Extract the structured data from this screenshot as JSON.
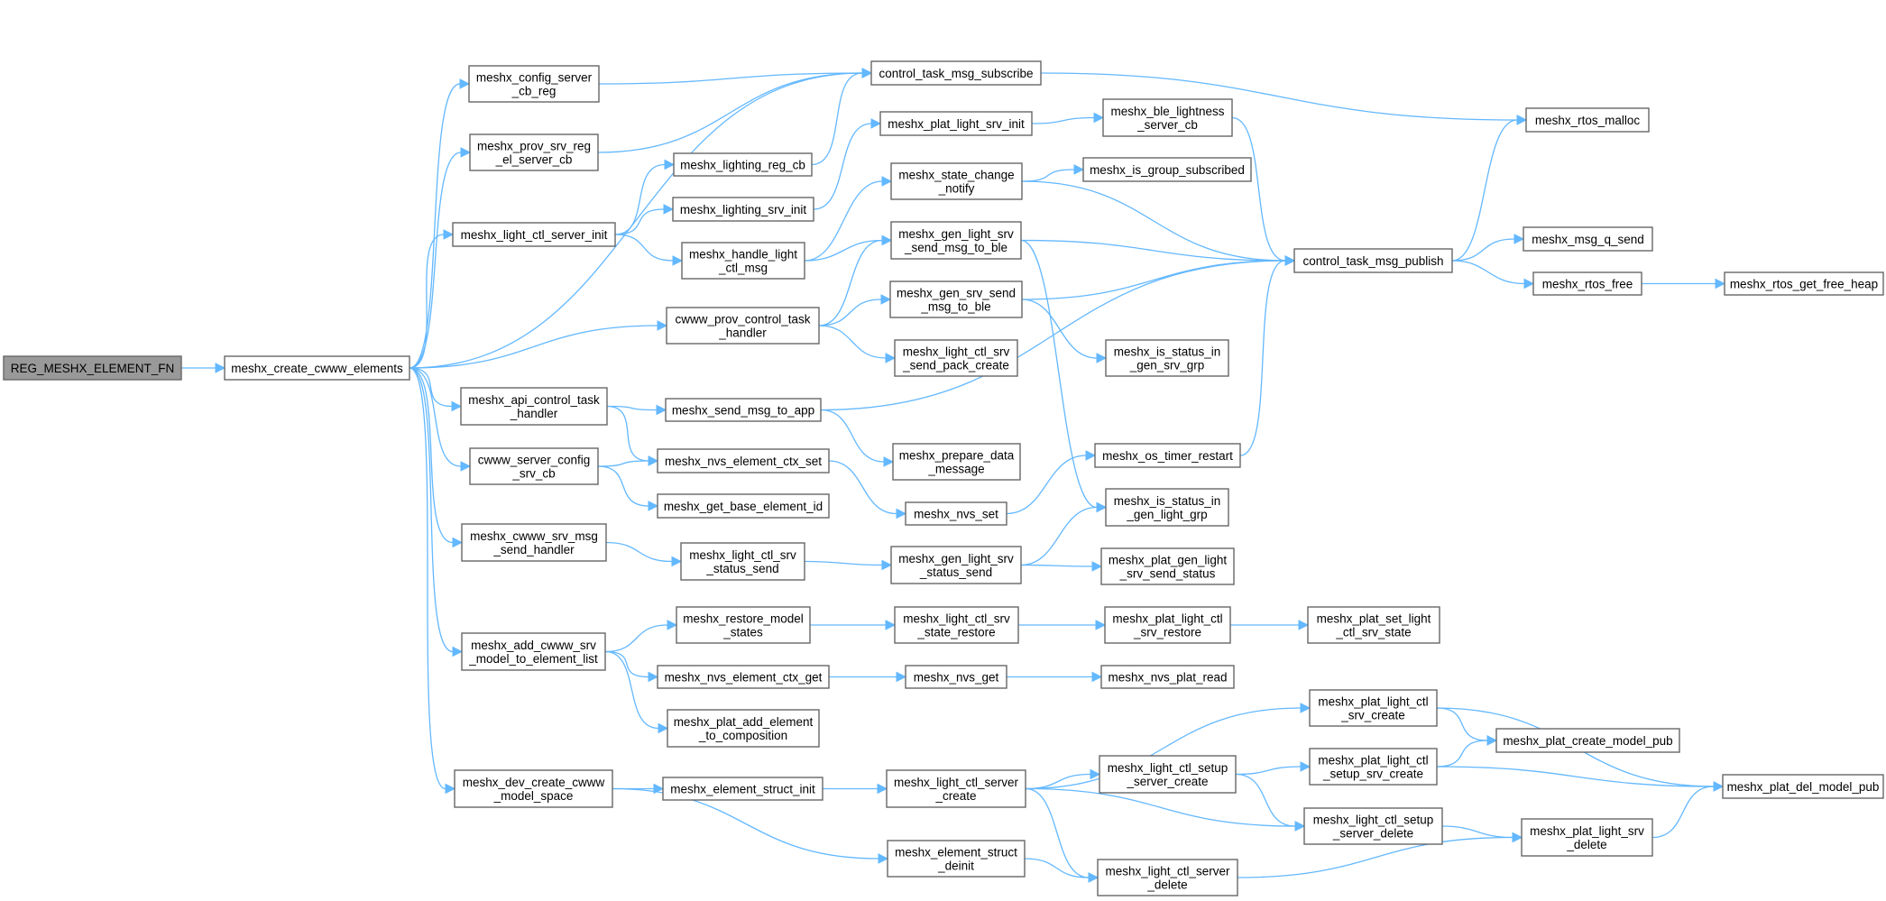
{
  "title": "Call graph of REG_MESHX_ELEMENT_FN",
  "colors": {
    "edge": "#63b8ff",
    "node_border": "#666666",
    "root_fill": "#999999",
    "node_fill": "#ffffff"
  },
  "nodes": [
    {
      "id": "reg",
      "label": [
        "REG_MESHX_ELEMENT_FN"
      ],
      "root": true
    },
    {
      "id": "create_cwww",
      "label": [
        "meshx_create_cwww_elements"
      ]
    },
    {
      "id": "config_cb_reg",
      "label": [
        "meshx_config_server",
        "_cb_reg"
      ]
    },
    {
      "id": "prov_srv_reg",
      "label": [
        "meshx_prov_srv_reg",
        "_el_server_cb"
      ]
    },
    {
      "id": "light_ctl_server_init",
      "label": [
        "meshx_light_ctl_server_init"
      ]
    },
    {
      "id": "api_control",
      "label": [
        "meshx_api_control_task",
        "_handler"
      ]
    },
    {
      "id": "cwww_server_config",
      "label": [
        "cwww_server_config",
        "_srv_cb"
      ]
    },
    {
      "id": "cwww_srv_msg",
      "label": [
        "meshx_cwww_srv_msg",
        "_send_handler"
      ]
    },
    {
      "id": "add_cwww",
      "label": [
        "meshx_add_cwww_srv",
        "_model_to_element_list"
      ]
    },
    {
      "id": "dev_create",
      "label": [
        "meshx_dev_create_cwww",
        "_model_space"
      ]
    },
    {
      "id": "subscribe",
      "label": [
        "control_task_msg_subscribe"
      ]
    },
    {
      "id": "plat_light_srv_init",
      "label": [
        "meshx_plat_light_srv_init"
      ]
    },
    {
      "id": "ble_lightness",
      "label": [
        "meshx_ble_lightness",
        "_server_cb"
      ]
    },
    {
      "id": "lighting_reg_cb",
      "label": [
        "meshx_lighting_reg_cb"
      ]
    },
    {
      "id": "state_change",
      "label": [
        "meshx_state_change",
        "_notify"
      ]
    },
    {
      "id": "is_group_sub",
      "label": [
        "meshx_is_group_subscribed"
      ]
    },
    {
      "id": "lighting_srv_init",
      "label": [
        "meshx_lighting_srv_init"
      ]
    },
    {
      "id": "gen_light_ble",
      "label": [
        "meshx_gen_light_srv",
        "_send_msg_to_ble"
      ]
    },
    {
      "id": "handle_light",
      "label": [
        "meshx_handle_light",
        "_ctl_msg"
      ]
    },
    {
      "id": "gen_srv_ble",
      "label": [
        "meshx_gen_srv_send",
        "_msg_to_ble"
      ]
    },
    {
      "id": "cwww_prov_control",
      "label": [
        "cwww_prov_control_task",
        "_handler"
      ]
    },
    {
      "id": "send_pack",
      "label": [
        "meshx_light_ctl_srv",
        "_send_pack_create"
      ]
    },
    {
      "id": "status_gen_srv",
      "label": [
        "meshx_is_status_in",
        "_gen_srv_grp"
      ]
    },
    {
      "id": "send_to_app",
      "label": [
        "meshx_send_msg_to_app"
      ]
    },
    {
      "id": "rtos_malloc",
      "label": [
        "meshx_rtos_malloc"
      ]
    },
    {
      "id": "msg_q_send",
      "label": [
        "meshx_msg_q_send"
      ]
    },
    {
      "id": "publish",
      "label": [
        "control_task_msg_publish"
      ]
    },
    {
      "id": "rtos_free",
      "label": [
        "meshx_rtos_free"
      ]
    },
    {
      "id": "free_heap",
      "label": [
        "meshx_rtos_get_free_heap"
      ]
    },
    {
      "id": "nvs_ctx_set",
      "label": [
        "meshx_nvs_element_ctx_set"
      ]
    },
    {
      "id": "prepare_data",
      "label": [
        "meshx_prepare_data",
        "_message"
      ]
    },
    {
      "id": "timer_restart",
      "label": [
        "meshx_os_timer_restart"
      ]
    },
    {
      "id": "base_element",
      "label": [
        "meshx_get_base_element_id"
      ]
    },
    {
      "id": "nvs_set",
      "label": [
        "meshx_nvs_set"
      ]
    },
    {
      "id": "status_gen_light",
      "label": [
        "meshx_is_status_in",
        "_gen_light_grp"
      ]
    },
    {
      "id": "ctl_status_send",
      "label": [
        "meshx_light_ctl_srv",
        "_status_send"
      ]
    },
    {
      "id": "gen_light_status",
      "label": [
        "meshx_gen_light_srv",
        "_status_send"
      ]
    },
    {
      "id": "plat_gen_light",
      "label": [
        "meshx_plat_gen_light",
        "_srv_send_status"
      ]
    },
    {
      "id": "restore_model",
      "label": [
        "meshx_restore_model",
        "_states"
      ]
    },
    {
      "id": "state_restore",
      "label": [
        "meshx_light_ctl_srv",
        "_state_restore"
      ]
    },
    {
      "id": "plat_ctl_restore",
      "label": [
        "meshx_plat_light_ctl",
        "_srv_restore"
      ]
    },
    {
      "id": "plat_set_state",
      "label": [
        "meshx_plat_set_light",
        "_ctl_srv_state"
      ]
    },
    {
      "id": "nvs_ctx_get",
      "label": [
        "meshx_nvs_element_ctx_get"
      ]
    },
    {
      "id": "nvs_get",
      "label": [
        "meshx_nvs_get"
      ]
    },
    {
      "id": "nvs_plat_read",
      "label": [
        "meshx_nvs_plat_read"
      ]
    },
    {
      "id": "plat_add_element",
      "label": [
        "meshx_plat_add_element",
        "_to_composition"
      ]
    },
    {
      "id": "struct_init",
      "label": [
        "meshx_element_struct_init"
      ]
    },
    {
      "id": "server_create",
      "label": [
        "meshx_light_ctl_server",
        "_create"
      ]
    },
    {
      "id": "setup_server_create",
      "label": [
        "meshx_light_ctl_setup",
        "_server_create"
      ]
    },
    {
      "id": "struct_deinit",
      "label": [
        "meshx_element_struct",
        "_deinit"
      ]
    },
    {
      "id": "server_delete",
      "label": [
        "meshx_light_ctl_server",
        "_delete"
      ]
    },
    {
      "id": "plat_ctl_srv_create",
      "label": [
        "meshx_plat_light_ctl",
        "_srv_create"
      ]
    },
    {
      "id": "plat_create_pub",
      "label": [
        "meshx_plat_create_model_pub"
      ]
    },
    {
      "id": "plat_setup_srv_create",
      "label": [
        "meshx_plat_light_ctl",
        "_setup_srv_create"
      ]
    },
    {
      "id": "del_model_pub",
      "label": [
        "meshx_plat_del_model_pub"
      ]
    },
    {
      "id": "setup_server_delete",
      "label": [
        "meshx_light_ctl_setup",
        "_server_delete"
      ]
    },
    {
      "id": "plat_srv_delete",
      "label": [
        "meshx_plat_light_srv",
        "_delete"
      ]
    }
  ],
  "edges": [
    [
      "reg",
      "create_cwww"
    ],
    [
      "create_cwww",
      "subscribe"
    ],
    [
      "create_cwww",
      "config_cb_reg"
    ],
    [
      "create_cwww",
      "prov_srv_reg"
    ],
    [
      "create_cwww",
      "light_ctl_server_init"
    ],
    [
      "create_cwww",
      "cwww_prov_control"
    ],
    [
      "create_cwww",
      "api_control"
    ],
    [
      "create_cwww",
      "cwww_server_config"
    ],
    [
      "create_cwww",
      "cwww_srv_msg"
    ],
    [
      "create_cwww",
      "add_cwww"
    ],
    [
      "create_cwww",
      "dev_create"
    ],
    [
      "config_cb_reg",
      "subscribe"
    ],
    [
      "prov_srv_reg",
      "subscribe"
    ],
    [
      "light_ctl_server_init",
      "lighting_reg_cb"
    ],
    [
      "light_ctl_server_init",
      "lighting_srv_init"
    ],
    [
      "light_ctl_server_init",
      "handle_light"
    ],
    [
      "lighting_reg_cb",
      "subscribe"
    ],
    [
      "lighting_srv_init",
      "plat_light_srv_init"
    ],
    [
      "plat_light_srv_init",
      "ble_lightness"
    ],
    [
      "ble_lightness",
      "publish"
    ],
    [
      "subscribe",
      "rtos_malloc"
    ],
    [
      "handle_light",
      "state_change"
    ],
    [
      "handle_light",
      "gen_light_ble"
    ],
    [
      "state_change",
      "is_group_sub"
    ],
    [
      "state_change",
      "publish"
    ],
    [
      "gen_light_ble",
      "publish"
    ],
    [
      "gen_light_ble",
      "status_gen_light"
    ],
    [
      "cwww_prov_control",
      "gen_light_ble"
    ],
    [
      "cwww_prov_control",
      "gen_srv_ble"
    ],
    [
      "cwww_prov_control",
      "send_pack"
    ],
    [
      "gen_srv_ble",
      "publish"
    ],
    [
      "gen_srv_ble",
      "status_gen_srv"
    ],
    [
      "publish",
      "rtos_malloc"
    ],
    [
      "publish",
      "msg_q_send"
    ],
    [
      "publish",
      "rtos_free"
    ],
    [
      "rtos_free",
      "free_heap"
    ],
    [
      "api_control",
      "send_to_app"
    ],
    [
      "api_control",
      "nvs_ctx_set"
    ],
    [
      "send_to_app",
      "publish"
    ],
    [
      "send_to_app",
      "prepare_data"
    ],
    [
      "cwww_server_config",
      "nvs_ctx_set"
    ],
    [
      "cwww_server_config",
      "base_element"
    ],
    [
      "nvs_ctx_set",
      "nvs_set"
    ],
    [
      "nvs_set",
      "timer_restart"
    ],
    [
      "timer_restart",
      "publish"
    ],
    [
      "cwww_srv_msg",
      "ctl_status_send"
    ],
    [
      "ctl_status_send",
      "gen_light_status"
    ],
    [
      "gen_light_status",
      "status_gen_light"
    ],
    [
      "gen_light_status",
      "plat_gen_light"
    ],
    [
      "add_cwww",
      "restore_model"
    ],
    [
      "add_cwww",
      "nvs_ctx_get"
    ],
    [
      "add_cwww",
      "plat_add_element"
    ],
    [
      "restore_model",
      "state_restore"
    ],
    [
      "state_restore",
      "plat_ctl_restore"
    ],
    [
      "plat_ctl_restore",
      "plat_set_state"
    ],
    [
      "nvs_ctx_get",
      "nvs_get"
    ],
    [
      "nvs_get",
      "nvs_plat_read"
    ],
    [
      "dev_create",
      "struct_init"
    ],
    [
      "dev_create",
      "struct_deinit"
    ],
    [
      "struct_init",
      "server_create"
    ],
    [
      "server_create",
      "plat_ctl_srv_create"
    ],
    [
      "server_create",
      "setup_server_create"
    ],
    [
      "server_create",
      "setup_server_delete"
    ],
    [
      "server_create",
      "server_delete"
    ],
    [
      "struct_deinit",
      "server_delete"
    ],
    [
      "setup_server_create",
      "plat_setup_srv_create"
    ],
    [
      "setup_server_create",
      "setup_server_delete"
    ],
    [
      "plat_ctl_srv_create",
      "plat_create_pub"
    ],
    [
      "plat_ctl_srv_create",
      "del_model_pub"
    ],
    [
      "plat_setup_srv_create",
      "plat_create_pub"
    ],
    [
      "plat_setup_srv_create",
      "del_model_pub"
    ],
    [
      "setup_server_delete",
      "plat_srv_delete"
    ],
    [
      "server_delete",
      "plat_srv_delete"
    ],
    [
      "plat_srv_delete",
      "del_model_pub"
    ]
  ]
}
